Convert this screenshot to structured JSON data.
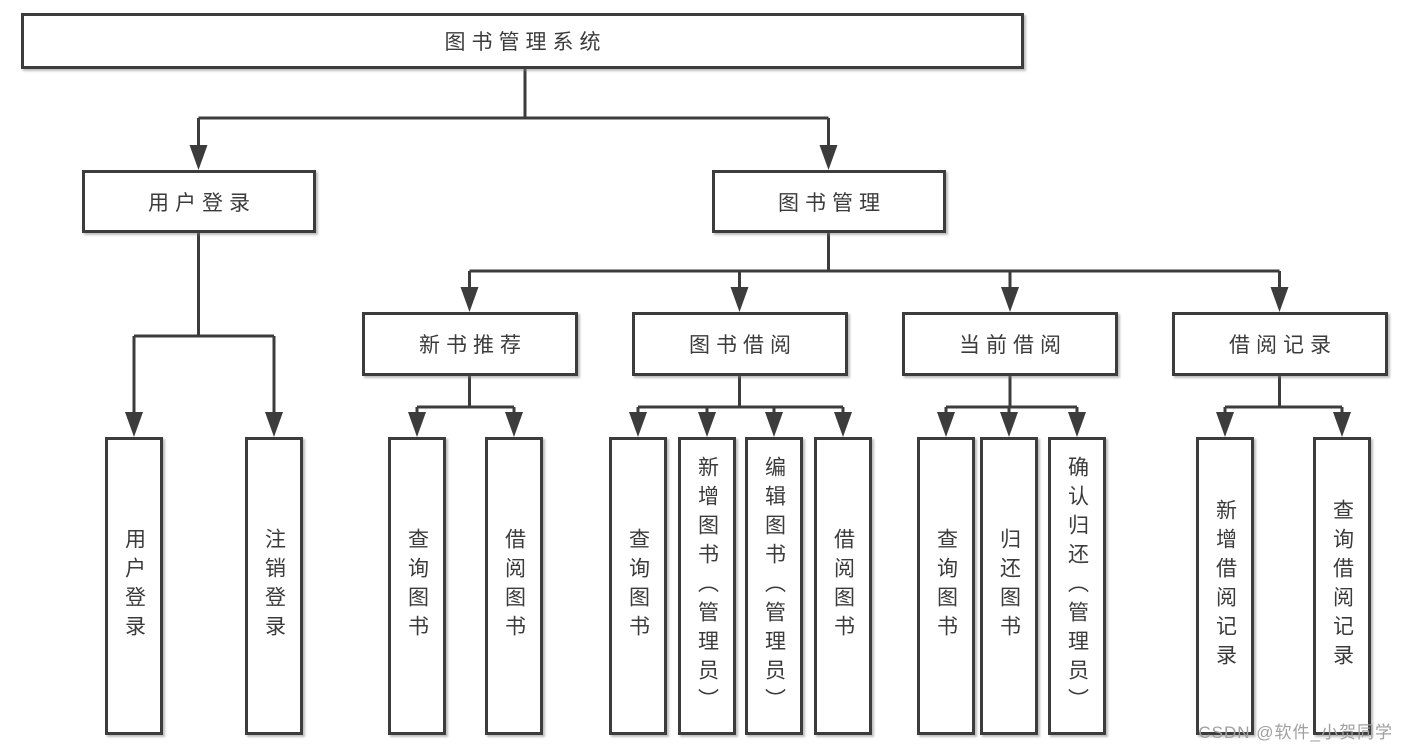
{
  "diagram": {
    "root": {
      "label": "图书管理系统"
    },
    "branches": [
      {
        "label": "用户登录",
        "children": [
          {
            "label": "用户登录"
          },
          {
            "label": "注销登录"
          }
        ]
      },
      {
        "label": "图书管理",
        "children": [
          {
            "label": "新书推荐",
            "children": [
              {
                "label": "查询图书"
              },
              {
                "label": "借阅图书"
              }
            ]
          },
          {
            "label": "图书借阅",
            "children": [
              {
                "label": "查询图书"
              },
              {
                "label": "新增图书（管理员）"
              },
              {
                "label": "编辑图书（管理员）"
              },
              {
                "label": "借阅图书"
              }
            ]
          },
          {
            "label": "当前借阅",
            "children": [
              {
                "label": "查询图书"
              },
              {
                "label": "归还图书"
              },
              {
                "label": "确认归还（管理员）"
              }
            ]
          },
          {
            "label": "借阅记录",
            "children": [
              {
                "label": "新增借阅记录"
              },
              {
                "label": "查询借阅记录"
              }
            ]
          }
        ]
      }
    ]
  },
  "watermark": {
    "text": "CSDN @软件_小贺同学"
  },
  "colors": {
    "line": "#3c3c3c",
    "text": "#3b3b3b",
    "watermark": "#a0a0a0",
    "background": "#ffffff"
  }
}
